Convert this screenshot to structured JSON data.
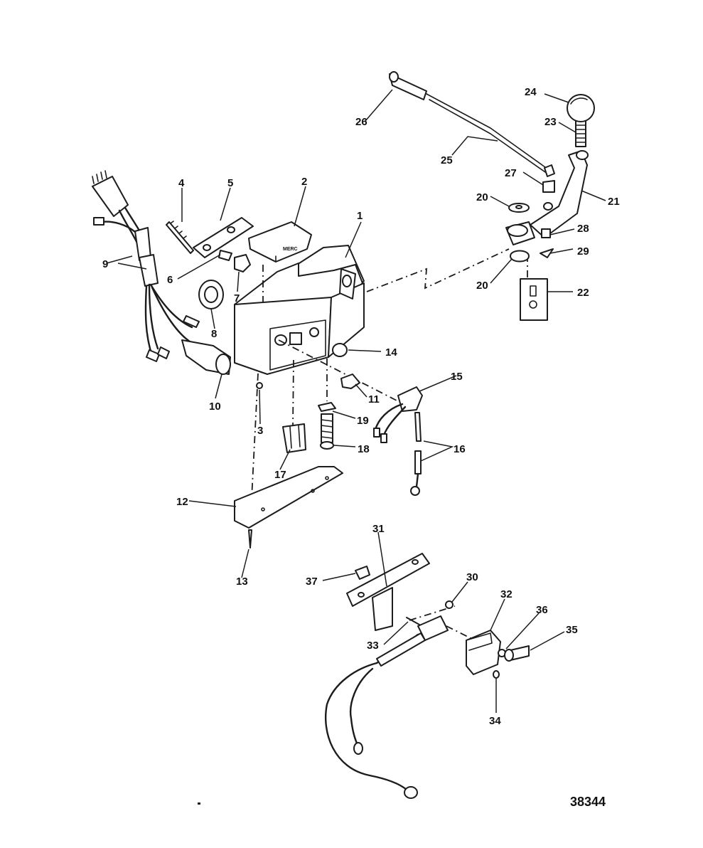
{
  "figure_number": "38344",
  "colors": {
    "ink": "#1c1c1c",
    "paper": "#ffffff"
  },
  "callouts": [
    "1",
    "2",
    "3",
    "4",
    "5",
    "6",
    "7",
    "8",
    "9",
    "10",
    "11",
    "12",
    "13",
    "14",
    "15",
    "16",
    "17",
    "18",
    "19",
    "20",
    "20",
    "21",
    "22",
    "23",
    "24",
    "25",
    "26",
    "27",
    "28",
    "29",
    "30",
    "31",
    "32",
    "33",
    "34",
    "35",
    "36",
    "37"
  ],
  "label_plate_text": "MERC"
}
